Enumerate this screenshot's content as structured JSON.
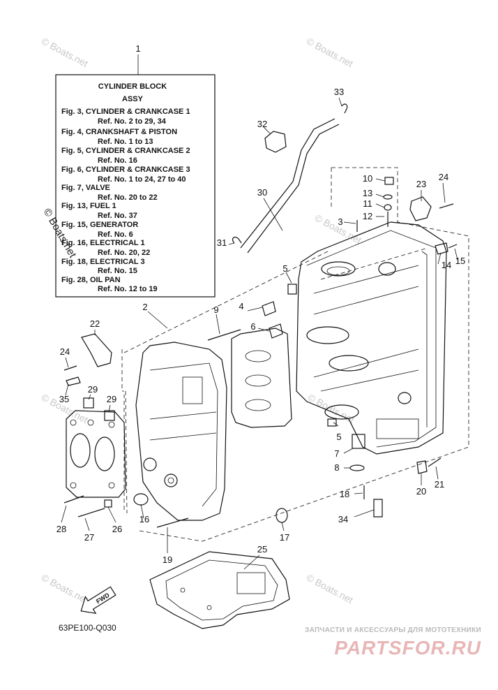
{
  "title_box": {
    "title_line1": "CYLINDER BLOCK",
    "title_line2": "ASSY",
    "refs": [
      {
        "fig": "Fig. 3, CYLINDER & CRANKCASE 1",
        "ref": "Ref. No. 2 to 29, 34"
      },
      {
        "fig": "Fig. 4, CRANKSHAFT & PISTON",
        "ref": "Ref. No. 1 to 13"
      },
      {
        "fig": "Fig. 5, CYLINDER & CRANKCASE 2",
        "ref": "Ref. No. 16"
      },
      {
        "fig": "Fig. 6, CYLINDER & CRANKCASE 3",
        "ref": "Ref. No. 1 to 24, 27 to 40"
      },
      {
        "fig": "Fig. 7, VALVE",
        "ref": "Ref. No. 20 to 22"
      },
      {
        "fig": "Fig. 13, FUEL 1",
        "ref": "Ref. No. 37"
      },
      {
        "fig": "Fig. 15, GENERATOR",
        "ref": "Ref. No. 6"
      },
      {
        "fig": "Fig. 16, ELECTRICAL 1",
        "ref": "Ref. No. 20, 22"
      },
      {
        "fig": "Fig. 18, ELECTRICAL 3",
        "ref": "Ref. No. 15"
      },
      {
        "fig": "Fig. 28, OIL PAN",
        "ref": "Ref. No. 12 to 19"
      }
    ]
  },
  "callouts": {
    "c1": "1",
    "c2": "2",
    "c3": "3",
    "c4": "4",
    "c5a": "5",
    "c5b": "5",
    "c6": "6",
    "c7": "7",
    "c8": "8",
    "c9": "9",
    "c10": "10",
    "c11": "11",
    "c12": "12",
    "c13": "13",
    "c14": "14",
    "c15": "15",
    "c16": "16",
    "c17": "17",
    "c18": "18",
    "c19": "19",
    "c20": "20",
    "c21": "21",
    "c22": "22",
    "c23": "23",
    "c24a": "24",
    "c24b": "24",
    "c25": "25",
    "c26": "26",
    "c27": "27",
    "c28": "28",
    "c29a": "29",
    "c29b": "29",
    "c30": "30",
    "c31": "31",
    "c32": "32",
    "c33": "33",
    "c34": "34",
    "c35": "35"
  },
  "watermarks": {
    "w1": "© Boats.net",
    "w2": "© Boats.net",
    "w3": "© Boats.net",
    "w4": "© Boats.net",
    "w5": "© Boats.net",
    "w6": "© Boats.net",
    "w7": "© Boats.net",
    "w8": "© Boats.net"
  },
  "fwd_label": "FWD",
  "diagram_code": "63PE100-Q030",
  "brand": {
    "tagline": "ЗАПЧАСТИ И АКСЕССУАРЫ ДЛЯ МОТОТЕХНИКИ",
    "logo": "PARTSFOR.RU"
  }
}
